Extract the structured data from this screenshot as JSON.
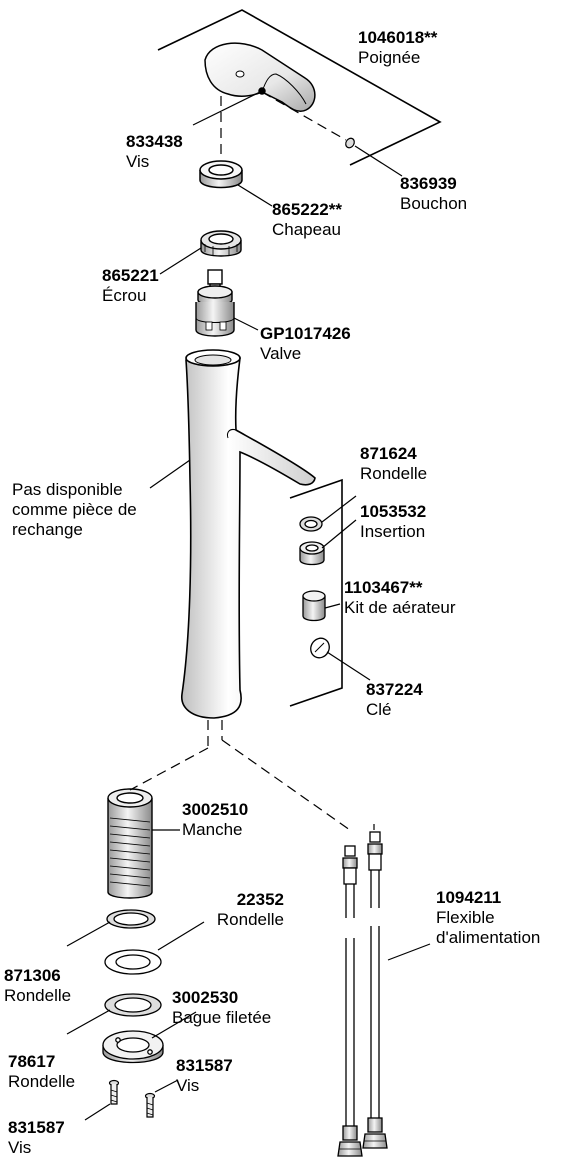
{
  "parts": [
    {
      "id": "poignee",
      "number": "1046018**",
      "name": "Poignée"
    },
    {
      "id": "vis-handle",
      "number": "833438",
      "name": "Vis"
    },
    {
      "id": "bouchon",
      "number": "836939",
      "name": "Bouchon"
    },
    {
      "id": "chapeau",
      "number": "865222**",
      "name": "Chapeau"
    },
    {
      "id": "ecrou",
      "number": "865221",
      "name": "Écrou"
    },
    {
      "id": "valve",
      "number": "GP1017426",
      "name": "Valve"
    },
    {
      "id": "rondelle-aerator",
      "number": "871624",
      "name": "Rondelle"
    },
    {
      "id": "insertion",
      "number": "1053532",
      "name": "Insertion"
    },
    {
      "id": "kit-aerateur",
      "number": "1103467**",
      "name": "Kit de aérateur"
    },
    {
      "id": "cle",
      "number": "837224",
      "name": "Clé"
    },
    {
      "id": "manche",
      "number": "3002510",
      "name": "Manche"
    },
    {
      "id": "rondelle-22352",
      "number": "22352",
      "name": "Rondelle"
    },
    {
      "id": "rondelle-871306",
      "number": "871306",
      "name": "Rondelle"
    },
    {
      "id": "bague-filetee",
      "number": "3002530",
      "name": "Bague filetée"
    },
    {
      "id": "rondelle-78617",
      "number": "78617",
      "name": "Rondelle"
    },
    {
      "id": "vis-right",
      "number": "831587",
      "name": "Vis"
    },
    {
      "id": "vis-left",
      "number": "831587",
      "name": "Vis"
    },
    {
      "id": "flexible",
      "number": "1094211",
      "name": "Flexible d'alimentation"
    }
  ],
  "spout_note": [
    "Pas disponible",
    "comme pièce de",
    "rechange"
  ]
}
